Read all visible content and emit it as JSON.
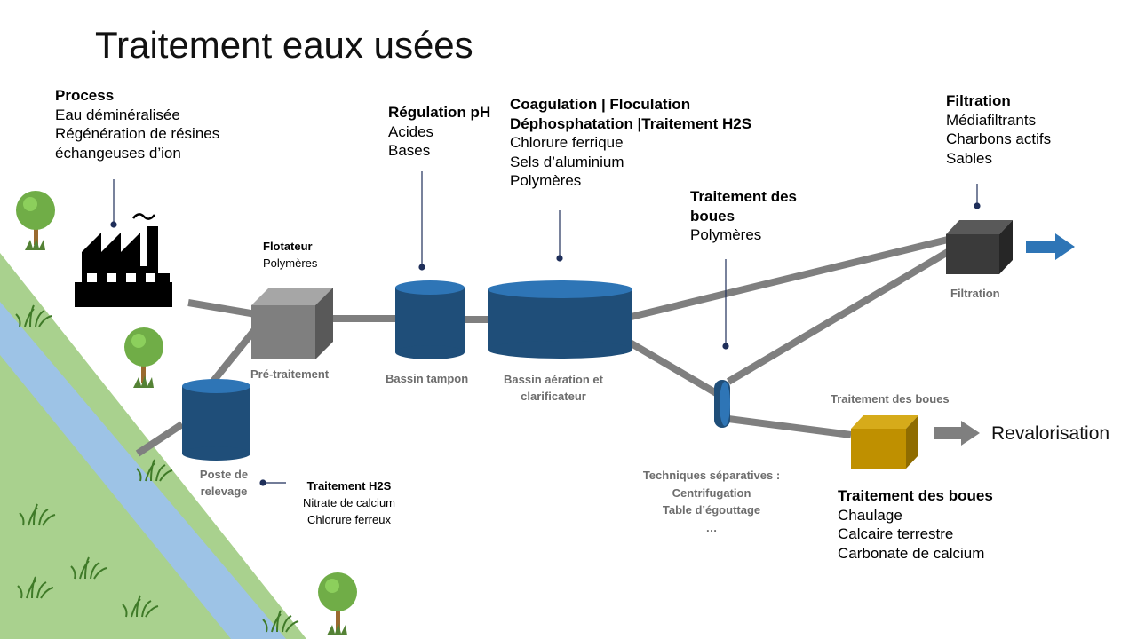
{
  "title": "Traitement eaux usées",
  "process": {
    "heading": "Process",
    "lines": [
      "Eau déminéralisée",
      "Régénération de résines",
      "échangeuses d’ion"
    ]
  },
  "regulation": {
    "heading": "Régulation pH",
    "lines": [
      "Acides",
      "Bases"
    ]
  },
  "coagulation": {
    "heading1": "Coagulation | Floculation",
    "heading2": "Déphosphatation |Traitement H2S",
    "lines": [
      "Chlorure ferrique",
      "Sels d’aluminium",
      "Polymères"
    ]
  },
  "boues_top": {
    "heading1": "Traitement des",
    "heading2": "boues",
    "lines": [
      "Polymères"
    ]
  },
  "filtration_top": {
    "heading": "Filtration",
    "lines": [
      "Médiafiltrants",
      "Charbons actifs",
      "Sables"
    ]
  },
  "flotateur": {
    "heading": "Flotateur",
    "lines": [
      "Polymères"
    ]
  },
  "h2s": {
    "heading": "Traitement H2S",
    "lines": [
      "Nitrate de calcium",
      "Chlorure ferreux"
    ]
  },
  "boues_bottom": {
    "heading": "Traitement des boues",
    "lines": [
      "Chaulage",
      "Calcaire terrestre",
      "Carbonate de calcium"
    ]
  },
  "labels": {
    "pretraitement": "Pré-traitement",
    "bassin_tampon": "Bassin tampon",
    "bassin_aeration": [
      "Bassin aération et",
      "clarificateur"
    ],
    "poste_relevage": [
      "Poste de",
      "relevage"
    ],
    "filtration_unit": "Filtration",
    "traitement_boues_unit": "Traitement des boues",
    "techniques": [
      "Techniques séparatives :",
      "Centrifugation",
      "Table d’égouttage",
      "…"
    ]
  },
  "revalorisation": "Revalorisation",
  "colors": {
    "tank": "#1f4e79",
    "tank_top": "#2e75b6",
    "pipe": "#7f7f7f",
    "pretreat_box": "#7f7f7f",
    "filtration_box": "#3a3a3a",
    "sludge_box": "#bf9000",
    "arrow_blue": "#2e75b6",
    "arrow_gray": "#7f7f7f",
    "bank": "#a9d18e",
    "river": "#9dc3e6",
    "tree": "#70ad47",
    "trunk": "#9a6a2f"
  },
  "icons": [
    "factory-icon",
    "tree-icon",
    "grass-icon",
    "arrow-right-icon"
  ]
}
